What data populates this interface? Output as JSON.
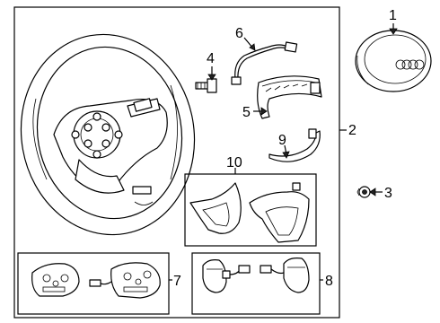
{
  "callouts": {
    "c1": "1",
    "c2": "2",
    "c3": "3",
    "c4": "4",
    "c5": "5",
    "c6": "6",
    "c7": "7",
    "c8": "8",
    "c9": "9",
    "c10": "10"
  },
  "colors": {
    "line": "#000000",
    "background": "#ffffff"
  },
  "logo": {
    "text": "Audi four rings",
    "interpreted_as_graphic": true
  }
}
